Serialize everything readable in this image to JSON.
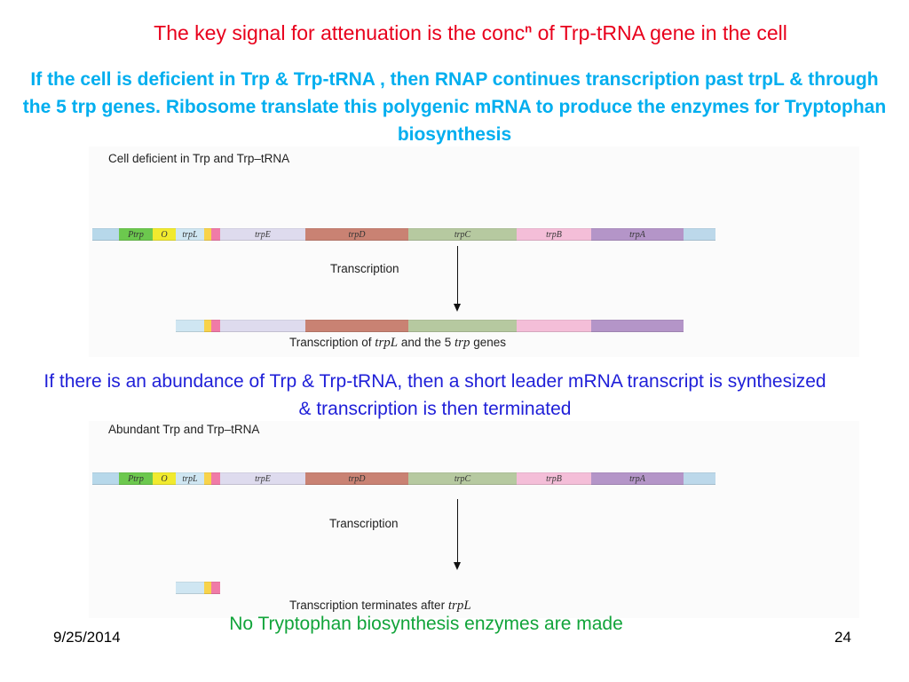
{
  "title": {
    "text": "The key signal for attenuation is the conc",
    "superscript": "n",
    "text_after": " of Trp-tRNA gene in the cell"
  },
  "intro": "If the cell is deficient in Trp & Trp-tRNA , then RNAP continues transcription past trpL & through the 5 trp genes. Ribosome translate this polygenic mRNA to produce the enzymes for Tryptophan biosynthesis",
  "panel_top": {
    "heading": "Cell deficient in Trp and Trp–tRNA",
    "transcription_label": "Transcription",
    "caption": {
      "prefix": "Transcription of ",
      "gene": "trpL",
      "middle": " and the 5 ",
      "genes_word": "trp",
      "suffix": " genes"
    }
  },
  "abundance_text": "If there is an abundance of Trp & Trp-tRNA, then a short leader mRNA transcript is synthesized & transcription is then terminated",
  "panel_bottom": {
    "heading": "Abundant Trp and Trp–tRNA",
    "transcription_label": "Transcription",
    "caption": {
      "prefix": "Transcription terminates after ",
      "gene": "trpL"
    }
  },
  "operon_segments": [
    {
      "label": "",
      "color": "#b7d8ea"
    },
    {
      "label": "Ptrp",
      "color": "#6cc84e"
    },
    {
      "label": "O",
      "color": "#f1ea2e"
    },
    {
      "label": "trpL",
      "color": "#cfe6f2"
    },
    {
      "label": "",
      "color": "#f8d34a"
    },
    {
      "label": "",
      "color": "#f07ba7"
    },
    {
      "label": "trpE",
      "color": "#dedbee"
    },
    {
      "label": "trpD",
      "color": "#c98273"
    },
    {
      "label": "trpC",
      "color": "#b6c9a0"
    },
    {
      "label": "trpB",
      "color": "#f4bed8"
    },
    {
      "label": "trpA",
      "color": "#b495c8"
    },
    {
      "label": "",
      "color": "#bcd8ea"
    }
  ],
  "conclusion": "No Tryptophan biosynthesis enzymes are made",
  "footer": {
    "date": "9/25/2014",
    "page_number": "24"
  }
}
